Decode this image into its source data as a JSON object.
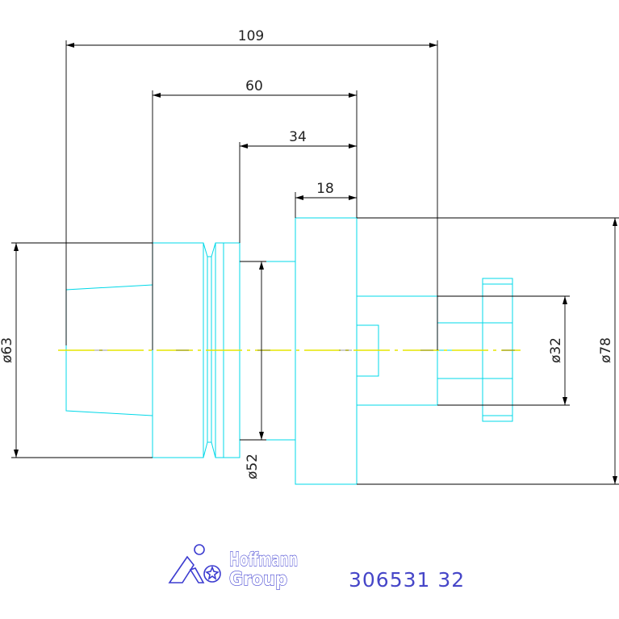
{
  "drawing": {
    "dimensions": {
      "overall_length": "109",
      "length_60": "60",
      "length_34": "34",
      "length_18": "18",
      "dia_63": "ø63",
      "dia_52": "ø52",
      "dia_32": "ø32",
      "dia_78": "ø78"
    },
    "colors": {
      "part_outline": "#00d8e8",
      "dimension_lines": "#000000",
      "centerline": "#e6e600",
      "logo": "#3c3cd0"
    }
  },
  "logo": {
    "line1": "Hoffmann",
    "line2": "Group"
  },
  "part_number": "306531 32"
}
